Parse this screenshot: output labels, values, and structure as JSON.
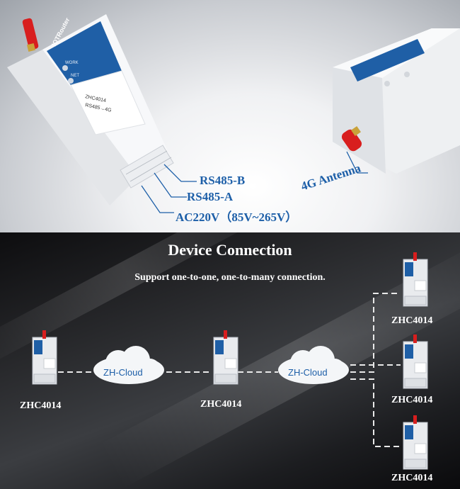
{
  "hero": {
    "device_brand": "IOTRouter",
    "device_model": "ZHC4014",
    "device_sub": "RS485→4G",
    "led_work": "WORK",
    "led_net": "NET",
    "labels": {
      "rs485b": "RS485-B",
      "rs485a": "RS485-A",
      "ac": "AC220V（85V~265V）",
      "antenna": "4G Antenna"
    }
  },
  "connection": {
    "title": "Device Connection",
    "subtitle": "Support one-to-one, one-to-many connection.",
    "cloud_label": "ZH-Cloud",
    "devices": [
      {
        "label": "ZHC4014"
      },
      {
        "label": "ZHC4014"
      },
      {
        "label": "ZHC4014"
      },
      {
        "label": "ZHC4014"
      },
      {
        "label": "ZHC4014"
      }
    ],
    "clouds": [
      {
        "label": "ZH-Cloud"
      },
      {
        "label": "ZH-Cloud"
      }
    ]
  },
  "colors": {
    "accent_blue": "#1d5fa8",
    "antenna_red": "#d81e1e"
  }
}
